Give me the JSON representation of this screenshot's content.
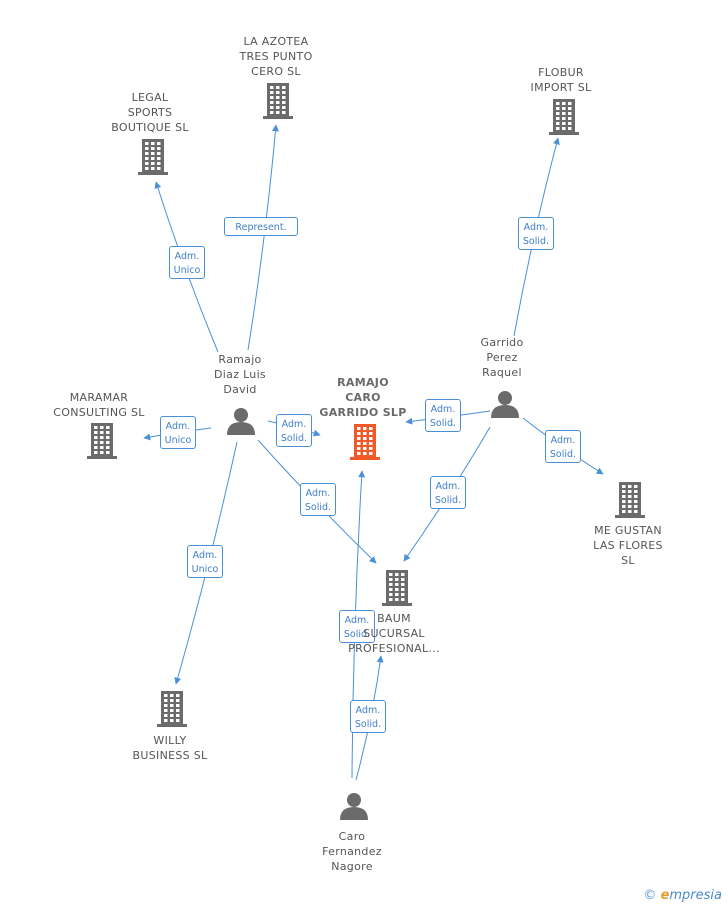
{
  "colors": {
    "edge": "#4a90d9",
    "node": "#6b6b6b",
    "main_node": "#f05a28",
    "label_text": "#555555"
  },
  "nodes": [
    {
      "id": "azotea",
      "kind": "company",
      "lines": [
        "LA AZOTEA",
        "TRES PUNTO",
        "CERO SL"
      ]
    },
    {
      "id": "legal",
      "kind": "company",
      "lines": [
        "LEGAL",
        "SPORTS",
        "BOUTIQUE  SL"
      ]
    },
    {
      "id": "flobur",
      "kind": "company",
      "lines": [
        "FLOBUR",
        "IMPORT SL"
      ]
    },
    {
      "id": "maramar",
      "kind": "company",
      "lines": [
        "MARAMAR",
        "CONSULTING SL"
      ]
    },
    {
      "id": "main",
      "kind": "main",
      "lines": [
        "RAMAJO",
        "CARO",
        "GARRIDO  SLP"
      ]
    },
    {
      "id": "meGustan",
      "kind": "company",
      "lines": [
        "ME GUSTAN",
        "LAS FLORES",
        "SL"
      ]
    },
    {
      "id": "baum",
      "kind": "company",
      "lines": [
        "BAUM",
        "SUCURSAL",
        "PROFESIONAL..."
      ]
    },
    {
      "id": "willy",
      "kind": "company",
      "lines": [
        "WILLY",
        "BUSINESS SL"
      ]
    },
    {
      "id": "ramajo",
      "kind": "person",
      "lines": [
        "Ramajo",
        "Diaz Luis",
        "David"
      ]
    },
    {
      "id": "garrido",
      "kind": "person",
      "lines": [
        "Garrido",
        "Perez",
        "Raquel"
      ]
    },
    {
      "id": "caro",
      "kind": "person",
      "lines": [
        "Caro",
        "Fernandez",
        "Nagore"
      ]
    }
  ],
  "edges": [
    {
      "from": "ramajo",
      "to": "legal",
      "label": [
        "Adm.",
        "Unico"
      ]
    },
    {
      "from": "ramajo",
      "to": "azotea",
      "label": [
        "Represent."
      ]
    },
    {
      "from": "ramajo",
      "to": "maramar",
      "label": [
        "Adm.",
        "Unico"
      ]
    },
    {
      "from": "ramajo",
      "to": "main",
      "label": [
        "Adm.",
        "Solid."
      ]
    },
    {
      "from": "ramajo",
      "to": "baum",
      "label": [
        "Adm.",
        "Solid."
      ]
    },
    {
      "from": "ramajo",
      "to": "willy",
      "label": [
        "Adm.",
        "Unico"
      ]
    },
    {
      "from": "garrido",
      "to": "flobur",
      "label": [
        "Adm.",
        "Solid."
      ]
    },
    {
      "from": "garrido",
      "to": "main",
      "label": [
        "Adm.",
        "Solid."
      ]
    },
    {
      "from": "garrido",
      "to": "meGustan",
      "label": [
        "Adm.",
        "Solid."
      ]
    },
    {
      "from": "garrido",
      "to": "baum",
      "label": [
        "Adm.",
        "Solid."
      ]
    },
    {
      "from": "caro",
      "to": "main",
      "label": [
        "Adm.",
        "Solid."
      ]
    },
    {
      "from": "caro",
      "to": "baum",
      "label": [
        "Adm.",
        "Solid."
      ]
    }
  ],
  "footer": {
    "copyright_symbol": "©",
    "brand_initial": "e",
    "brand_rest": "mpresia"
  }
}
